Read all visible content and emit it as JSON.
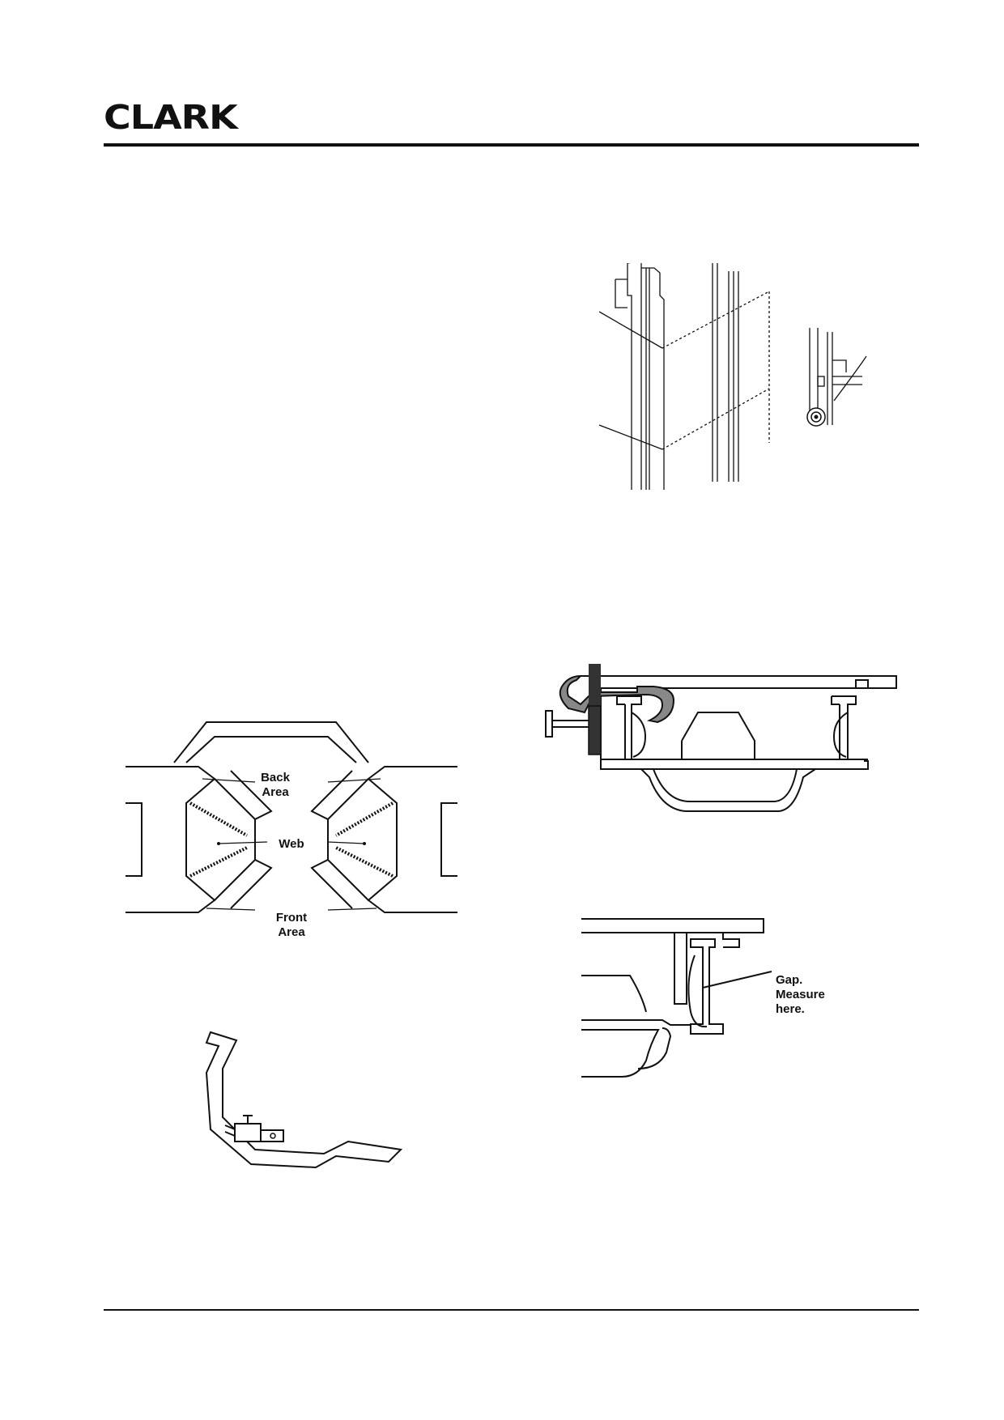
{
  "header": {
    "brand": "CLARK"
  },
  "figures": {
    "carriage_channel": {
      "labels": {
        "back": "Back",
        "back2": "Area",
        "web": "Web",
        "front": "Front",
        "front2": "Area"
      }
    },
    "gap_measure": {
      "labels": {
        "l1": "Gap.",
        "l2": "Measure",
        "l3": "here."
      }
    }
  },
  "icons": [
    "mast-rail-icon",
    "channel-crosssection-icon",
    "gauge-tool-icon",
    "clamp-crosssection-icon",
    "gap-crosssection-icon"
  ]
}
